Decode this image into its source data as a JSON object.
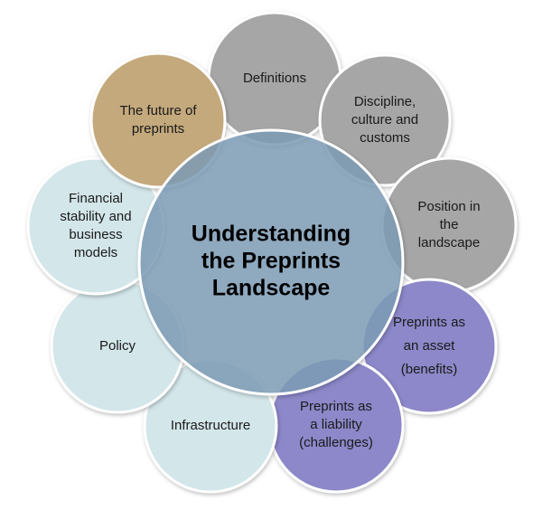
{
  "center": {
    "lines": [
      "Understanding",
      "the Preprints",
      "Landscape"
    ],
    "color": "#7f9db8"
  },
  "satellites": [
    {
      "id": "definitions",
      "lines": [
        "Definitions"
      ],
      "color": "#a6a6a6"
    },
    {
      "id": "discipline",
      "lines": [
        "Discipline,",
        "culture and",
        "customs"
      ],
      "color": "#a6a6a6"
    },
    {
      "id": "position",
      "lines": [
        "Position in",
        "the",
        "landscape"
      ],
      "color": "#a6a6a6"
    },
    {
      "id": "asset",
      "lines": [
        "Preprints as",
        "an asset",
        "(benefits)"
      ],
      "color": "#8c88c9"
    },
    {
      "id": "liability",
      "lines": [
        "Preprints as",
        "a liability",
        "(challenges)"
      ],
      "color": "#8c88c9"
    },
    {
      "id": "infrastructure",
      "lines": [
        "Infrastructure"
      ],
      "color": "#d3e6ea"
    },
    {
      "id": "policy",
      "lines": [
        "Policy"
      ],
      "color": "#d3e6ea"
    },
    {
      "id": "financial",
      "lines": [
        "Financial",
        "stability and",
        "business",
        "models"
      ],
      "color": "#d3e6ea"
    },
    {
      "id": "future",
      "lines": [
        "The future of",
        "preprints"
      ],
      "color": "#c4a97b"
    }
  ]
}
